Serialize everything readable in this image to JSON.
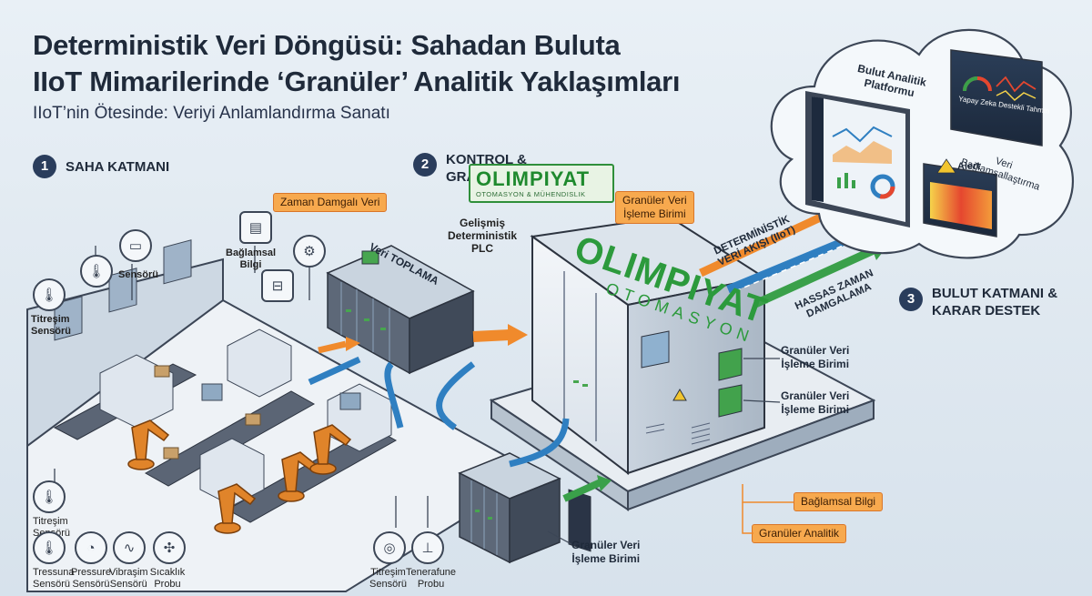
{
  "header": {
    "title_line1": "Deterministik Veri Döngüsü: Sahadan Buluta",
    "title_line2": "IIoT Mimarilerinde ‘Granüler’ Analitik Yaklaşımları",
    "subtitle": "IIoT’nin Ötesinde: Veriyi Anlamlandırma Sanatı"
  },
  "steps": [
    {
      "number": "1",
      "label": "SAHA KATMANI"
    },
    {
      "number": "2",
      "label_line1": "KONTROL &",
      "label_line2": "GRA"
    },
    {
      "number": "3",
      "label_line1": "BULUT KATMANI &",
      "label_line2": "KARAR DESTEK"
    }
  ],
  "brand": {
    "name": "OLIMPIYAT",
    "tagline": "OTOMASYON & MÜHENDISLIK",
    "cabinet_name": "OLIMPIYAT",
    "cabinet_sub": "OTOMASYON"
  },
  "tags": {
    "timestamp": "Zaman Damgalı Veri",
    "granular_unit": "Granüler Veri\nİşleme Birimi",
    "contextual": "Bağlamsal Bilgi",
    "granular_analytics": "Granüler Analitik"
  },
  "labels": {
    "contextual_info": "Bağlamsal\nBilgi",
    "sensor": "Sensörü",
    "vibration_sensor": "Titreşim\nSensörü",
    "data_collection": "Veri TOPLAMA",
    "advanced_plc": "Gelişmiş\nDeterministik\nPLC",
    "deterministic_flow": "DETERMİNİSTİK\nVERİ AKIŞI (IIoT)",
    "precise_timestamp": "HASSAS ZAMAN\nDAMGALAMA",
    "granular_unit_1": "Granüler Veri\nİşleme Birimi",
    "granular_unit_2": "Granüler Veri\nİşleme Birimi",
    "granular_unit_bottom": "Granüler Veri\nİşleme Birimi"
  },
  "cloud": {
    "platform_title": "Bulut Analitik\nPlatformu",
    "ai_title": "Yapay Zeka Destekli Tahmin",
    "alert": "Alert",
    "contextualization": "Veri\nBağlamsallaştırma"
  },
  "sensors_bottom": [
    {
      "icon": "thermometer-icon",
      "glyph": "🌡",
      "label": "Titreşim\nSensörü"
    },
    {
      "icon": "thermometer-icon",
      "glyph": "🌡",
      "label": "Tressuna\nSensörü"
    },
    {
      "icon": "gauge-icon",
      "glyph": "◔",
      "label": "Pressure\nSensörü"
    },
    {
      "icon": "waveform-icon",
      "glyph": "∿",
      "label": "Vibraşim\nSensörü"
    },
    {
      "icon": "fan-icon",
      "glyph": "✣",
      "label": "Sıcaklık\nProbu"
    },
    {
      "icon": "vibration-icon",
      "glyph": "◎",
      "label": "Titreşim\nSensörü"
    },
    {
      "icon": "probe-icon",
      "glyph": "⊥",
      "label": "Tenerafune\nProbu"
    }
  ],
  "colors": {
    "orange": "#f08a2c",
    "blue": "#2f7fc1",
    "green": "#3aa04a",
    "dark": "#2a3d5c"
  }
}
